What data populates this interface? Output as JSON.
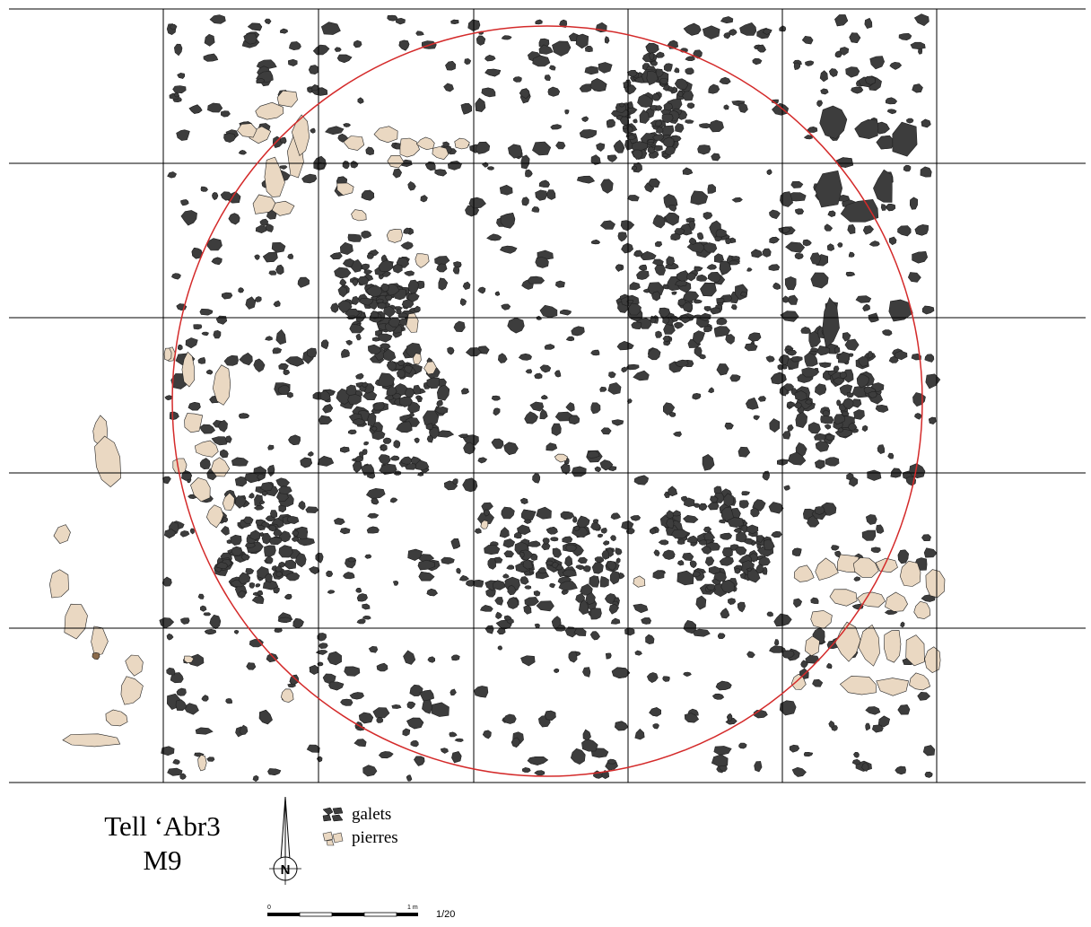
{
  "title": {
    "line1": "Tell ‘Abr3",
    "line2": "M9"
  },
  "legend": [
    {
      "label": "galets",
      "color": "#3d3d3d"
    },
    {
      "label": "pierres",
      "color": "#ead8c2"
    }
  ],
  "compass": {
    "letter": "N"
  },
  "scale": {
    "start": "0",
    "end": "1 m",
    "ratio": "1/20"
  },
  "colors": {
    "galets": "#3d3d3d",
    "pierres": "#ead8c2",
    "circle": "#d42a2a",
    "grid": "#000000"
  }
}
